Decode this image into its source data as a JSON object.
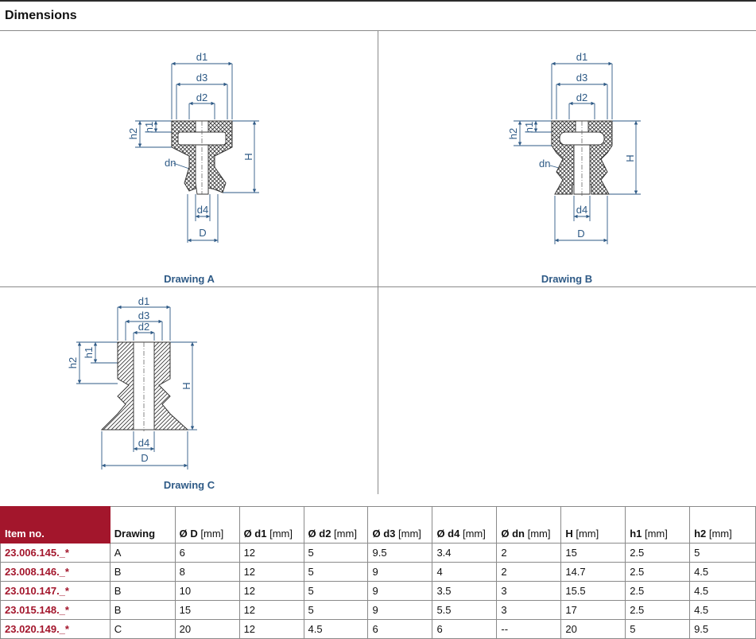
{
  "section_title": "Dimensions",
  "colors": {
    "accent": "#a3162c",
    "caption": "#2e5a86",
    "dimension": "#2e5a86"
  },
  "drawings": {
    "a": {
      "caption": "Drawing A"
    },
    "b": {
      "caption": "Drawing B"
    },
    "c": {
      "caption": "Drawing C"
    }
  },
  "dim_labels": {
    "d1": "d1",
    "d2": "d2",
    "d3": "d3",
    "d4": "d4",
    "dn": "dn",
    "D": "D",
    "H": "H",
    "h1": "h1",
    "h2": "h2"
  },
  "table": {
    "headers": [
      {
        "sym": "Item no.",
        "unit": ""
      },
      {
        "sym": "Drawing",
        "unit": ""
      },
      {
        "sym": "Ø D",
        "unit": " [mm]"
      },
      {
        "sym": "Ø d1",
        "unit": " [mm]"
      },
      {
        "sym": "Ø d2",
        "unit": " [mm]"
      },
      {
        "sym": "Ø d3",
        "unit": " [mm]"
      },
      {
        "sym": "Ø d4",
        "unit": " [mm]"
      },
      {
        "sym": "Ø dn",
        "unit": " [mm]"
      },
      {
        "sym": "H",
        "unit": " [mm]"
      },
      {
        "sym": "h1",
        "unit": " [mm]"
      },
      {
        "sym": "h2",
        "unit": " [mm]"
      }
    ],
    "rows": [
      [
        "23.006.145._*",
        "A",
        "6",
        "12",
        "5",
        "9.5",
        "3.4",
        "2",
        "15",
        "2.5",
        "5"
      ],
      [
        "23.008.146._*",
        "B",
        "8",
        "12",
        "5",
        "9",
        "4",
        "2",
        "14.7",
        "2.5",
        "4.5"
      ],
      [
        "23.010.147._*",
        "B",
        "10",
        "12",
        "5",
        "9",
        "3.5",
        "3",
        "15.5",
        "2.5",
        "4.5"
      ],
      [
        "23.015.148._*",
        "B",
        "15",
        "12",
        "5",
        "9",
        "5.5",
        "3",
        "17",
        "2.5",
        "4.5"
      ],
      [
        "23.020.149._*",
        "C",
        "20",
        "12",
        "4.5",
        "6",
        "6",
        "--",
        "20",
        "5",
        "9.5"
      ]
    ]
  }
}
